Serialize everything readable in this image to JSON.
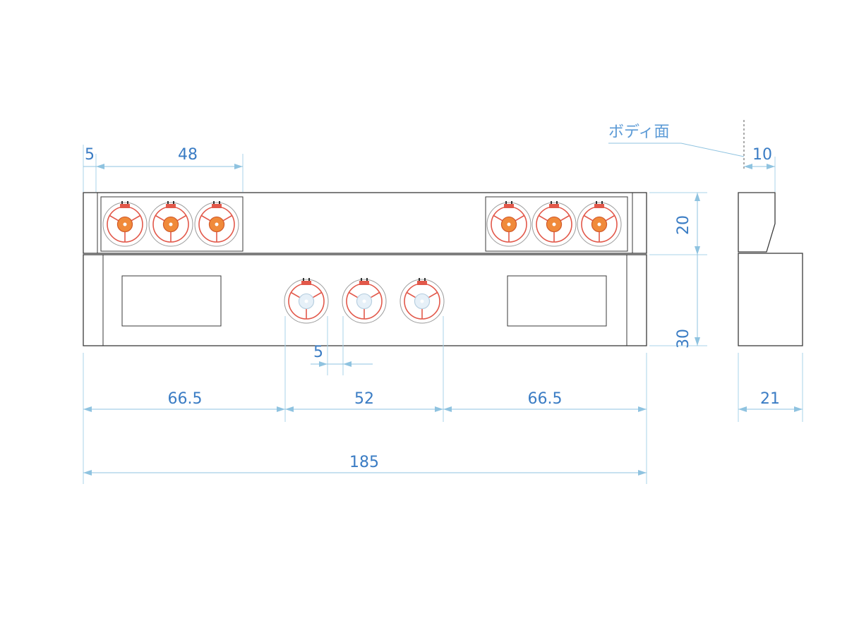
{
  "labels": {
    "body_surface": "ボディ面"
  },
  "dimensions": {
    "left_margin": "5",
    "lamp_group_width": "48",
    "side_top_depth": "10",
    "upper_height": "20",
    "lower_height": "30",
    "center_gap": "5",
    "left_span": "66.5",
    "center_span": "52",
    "right_span": "66.5",
    "total_width": "185",
    "side_total_depth": "21"
  },
  "colors": {
    "dimension": "#3a7cc4",
    "lamp_red": "#e2584a",
    "lamp_amber": "#f08a3a",
    "lamp_clear": "#e6f0f8",
    "outline": "#3a3a3a"
  },
  "lamps": {
    "upper_left_count": 3,
    "upper_right_count": 3,
    "center_count": 3
  }
}
